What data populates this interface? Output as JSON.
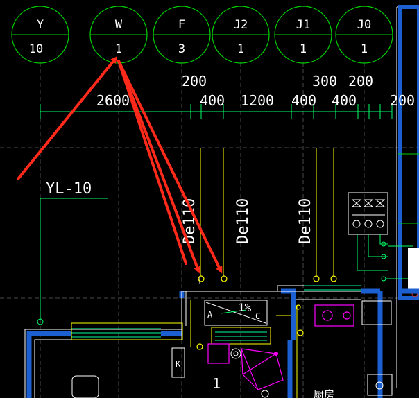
{
  "axis_bubbles": [
    {
      "id": "Y",
      "num": "10"
    },
    {
      "id": "W",
      "num": "1"
    },
    {
      "id": "F",
      "num": "3"
    },
    {
      "id": "J2",
      "num": "1"
    },
    {
      "id": "J1",
      "num": "1"
    },
    {
      "id": "J0",
      "num": "1"
    }
  ],
  "dimensions": {
    "upper": [
      "200",
      "300",
      "200"
    ],
    "lower": [
      "2600",
      "400",
      "1200",
      "400",
      "400",
      "200"
    ]
  },
  "pipe_labels": {
    "pipe1": "De110",
    "pipe2": "De110",
    "pipe3": "De110",
    "riser": "YL-10"
  },
  "fixtures": {
    "slope": "1%",
    "tag_a": "A",
    "tag_c": "C",
    "tag_k": "K",
    "room_partial": "厨房",
    "floor_mark": "1"
  },
  "colors": {
    "background": "#000000",
    "axis_bubble": "#00d000",
    "dimension": "#00ff66",
    "pipe": "#ffff00",
    "wall": "#1c5fd0",
    "fixture": "#ff00ff",
    "annotation_arrow": "#ff2a1a"
  }
}
